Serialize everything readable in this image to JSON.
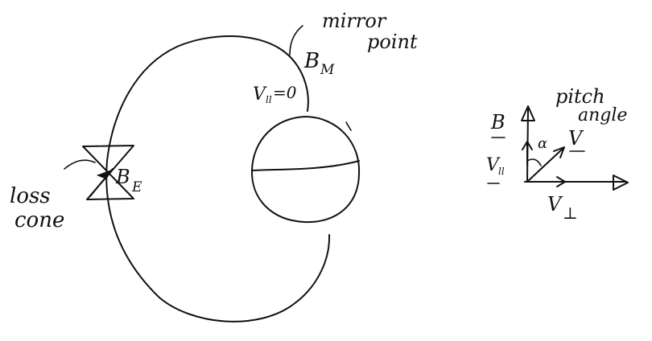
{
  "labels": {
    "mirror_point_line1": "mirror",
    "mirror_point_line2": "point",
    "b_mirror": "B",
    "b_mirror_sub": "M",
    "v_parallel_zero": "V",
    "v_parallel_zero_sub": "ll",
    "v_parallel_zero_eq": "=0",
    "loss_cone_line1": "loss",
    "loss_cone_line2": "cone",
    "b_equator": "B",
    "b_equator_sub": "E",
    "pitch_angle_line1": "pitch",
    "pitch_angle_line2": "angle",
    "vec_b": "B",
    "vec_v": "V",
    "alpha": "α",
    "v_parallel": "V",
    "v_parallel_sub": "ll",
    "v_perp": "V",
    "v_perp_sub": "⊥"
  }
}
